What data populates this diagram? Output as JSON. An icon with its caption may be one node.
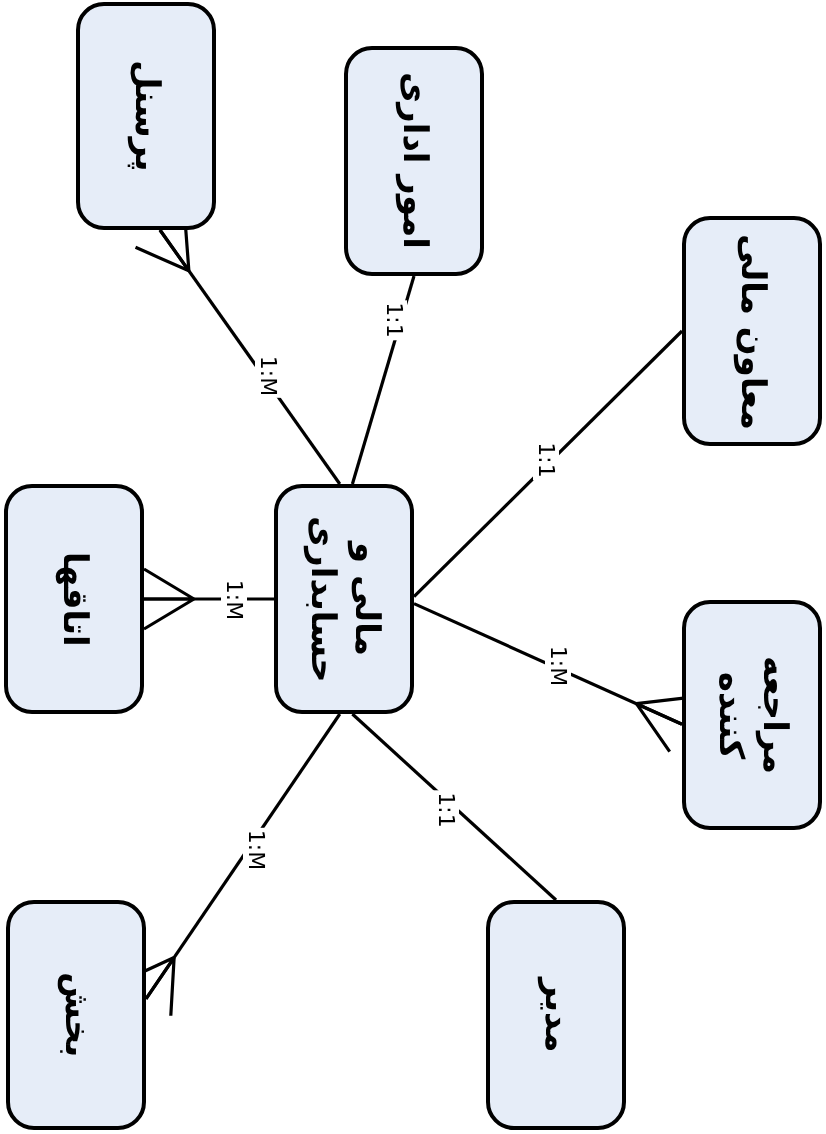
{
  "diagram": {
    "nodes": [
      {
        "text": [
          "مالی و حسابداری"
        ]
      },
      {
        "text": [
          "پرسنل"
        ]
      },
      {
        "text": [
          "امور اداری"
        ]
      },
      {
        "text": [
          "معاون مالی"
        ]
      },
      {
        "text": [
          "اتاقها"
        ]
      },
      {
        "text": [
          "مراجعه کننده"
        ]
      },
      {
        "text": [
          "بخش"
        ]
      },
      {
        "text": [
          "مدیر"
        ]
      }
    ],
    "edges": [
      {
        "from": 0,
        "to": 1,
        "arrow": "other",
        "label": "1:M"
      },
      {
        "from": 0,
        "to": 2,
        "arrow": "none",
        "label": "1:1"
      },
      {
        "from": 0,
        "to": 3,
        "arrow": "none",
        "label": "1:1"
      },
      {
        "from": 0,
        "to": 4,
        "arrow": "other",
        "label": "1:M"
      },
      {
        "from": 0,
        "to": 5,
        "arrow": "other",
        "label": "1:M"
      },
      {
        "from": 0,
        "to": 6,
        "arrow": "other",
        "label": "1:M"
      },
      {
        "from": 0,
        "to": 7,
        "arrow": "none",
        "label": "1:1"
      }
    ]
  }
}
